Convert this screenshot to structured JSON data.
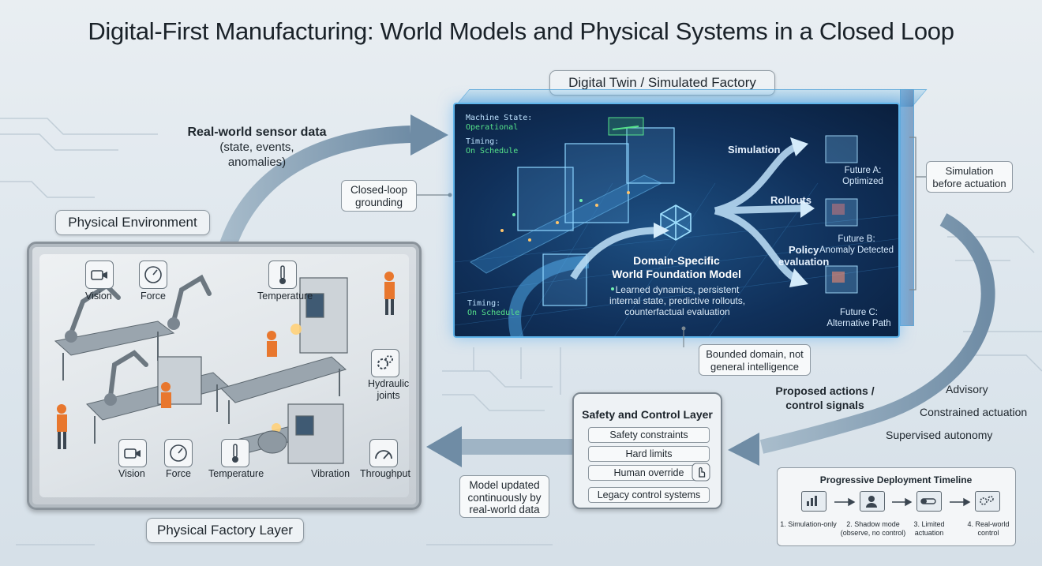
{
  "title": "Digital-First Manufacturing: World Models and Physical Systems in a Closed Loop",
  "digital_twin": {
    "header": "Digital Twin / Simulated Factory",
    "hud_machine_state_label": "Machine State:",
    "hud_machine_state_value": "Operational",
    "hud_timing_label_1": "Timing:",
    "hud_timing_value_1": "On Schedule",
    "hud_timing_label_2": "Timing:",
    "hud_timing_value_2": "On Schedule",
    "model_title_1": "Domain-Specific",
    "model_title_2": "World Foundation Model",
    "model_desc_1": "Learned dynamics, persistent",
    "model_desc_2": "internal state, predictive rollouts,",
    "model_desc_3": "counterfactual evaluation",
    "branch_simulation": "Simulation",
    "branch_rollouts": "Rollouts",
    "branch_policy_1": "Policy",
    "branch_policy_2": "evaluation",
    "future_a_1": "Future A:",
    "future_a_2": "Optimized",
    "future_b_1": "Future B:",
    "future_b_2": "Anomaly Detected",
    "future_c_1": "Future C:",
    "future_c_2": "Alternative Path"
  },
  "sensor_data": {
    "title": "Real-world sensor data",
    "line2": "(state, events,",
    "line3": "anomalies)"
  },
  "closed_loop": {
    "line1": "Closed-loop",
    "line2": "grounding"
  },
  "simulation_note": {
    "line1": "Simulation",
    "line2": "before actuation"
  },
  "bounded_note": {
    "line1": "Bounded domain, not",
    "line2": "general intelligence"
  },
  "physical": {
    "env_label": "Physical Environment",
    "layer_label": "Physical Factory Layer",
    "sensors_top": [
      "Vision",
      "Force",
      "Temperature"
    ],
    "hydraulic_1": "Hydraulic",
    "hydraulic_2": "joints",
    "sensors_bottom": [
      "Vision",
      "Force",
      "Temperature",
      "Vibration",
      "Throughput"
    ]
  },
  "proposed_actions": {
    "line1": "Proposed actions /",
    "line2": "control signals"
  },
  "autonomy_levels": [
    "Advisory",
    "Constrained actuation",
    "Supervised autonomy"
  ],
  "safety": {
    "title": "Safety and Control Layer",
    "items": [
      "Safety constraints",
      "Hard limits",
      "Human override",
      "Legacy control systems"
    ]
  },
  "model_updated": {
    "line1": "Model updated",
    "line2": "continuously by",
    "line3": "real-world data"
  },
  "timeline": {
    "title": "Progressive Deployment Timeline",
    "steps": [
      {
        "l1": "1. Simulation-only",
        "l2": ""
      },
      {
        "l1": "2. Shadow mode",
        "l2": "(observe, no control)"
      },
      {
        "l1": "3. Limited",
        "l2": "actuation"
      },
      {
        "l1": "4. Real-world",
        "l2": "control"
      }
    ]
  },
  "colors": {
    "twin_glow": "#5fb4ea",
    "hud_green": "#56e28a",
    "arrow": "#6d8aa3",
    "worker_vest": "#e8772e"
  }
}
